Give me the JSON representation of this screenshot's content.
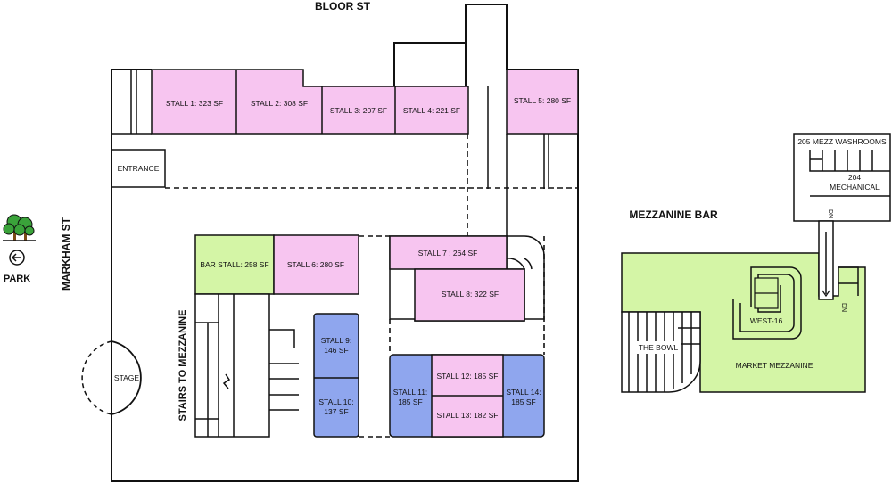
{
  "streets": {
    "north": "BLOOR ST",
    "west": "MARKHAM ST"
  },
  "landmarks": {
    "park": "PARK",
    "entrance": "ENTRANCE",
    "stage": "STAGE",
    "stairs": "STAIRS TO MEZZANINE"
  },
  "stalls": {
    "s1": "STALL 1: 323 SF",
    "s2": "STALL 2: 308 SF",
    "s3": "STALL 3: 207 SF",
    "s4": "STALL 4: 221 SF",
    "s5": "STALL 5: 280 SF",
    "bar": "BAR STALL: 258 SF",
    "s6": "STALL 6: 280 SF",
    "s7": "STALL 7 : 264 SF",
    "s8": "STALL  8: 322 SF",
    "s9a": "STALL 9:",
    "s9b": "146 SF",
    "s10a": "STALL 10:",
    "s10b": "137 SF",
    "s11a": "STALL 11:",
    "s11b": "185 SF",
    "s12": "STALL 12: 185 SF",
    "s13": "STALL 13: 182 SF",
    "s14a": "STALL 14:",
    "s14b": "185 SF"
  },
  "mezzanine": {
    "title": "MEZZANINE BAR",
    "washrooms": "205 MEZZ WASHROOMS",
    "mech1": "204",
    "mech2": "MECHANICAL",
    "bowl": "THE BOWL",
    "west": "WEST-16",
    "market": "MARKET MEZZANINE",
    "dn": "DN"
  },
  "colors": {
    "pink": "#f7c5f0",
    "green": "#d4f5a6",
    "blue": "#8fa6ee"
  }
}
